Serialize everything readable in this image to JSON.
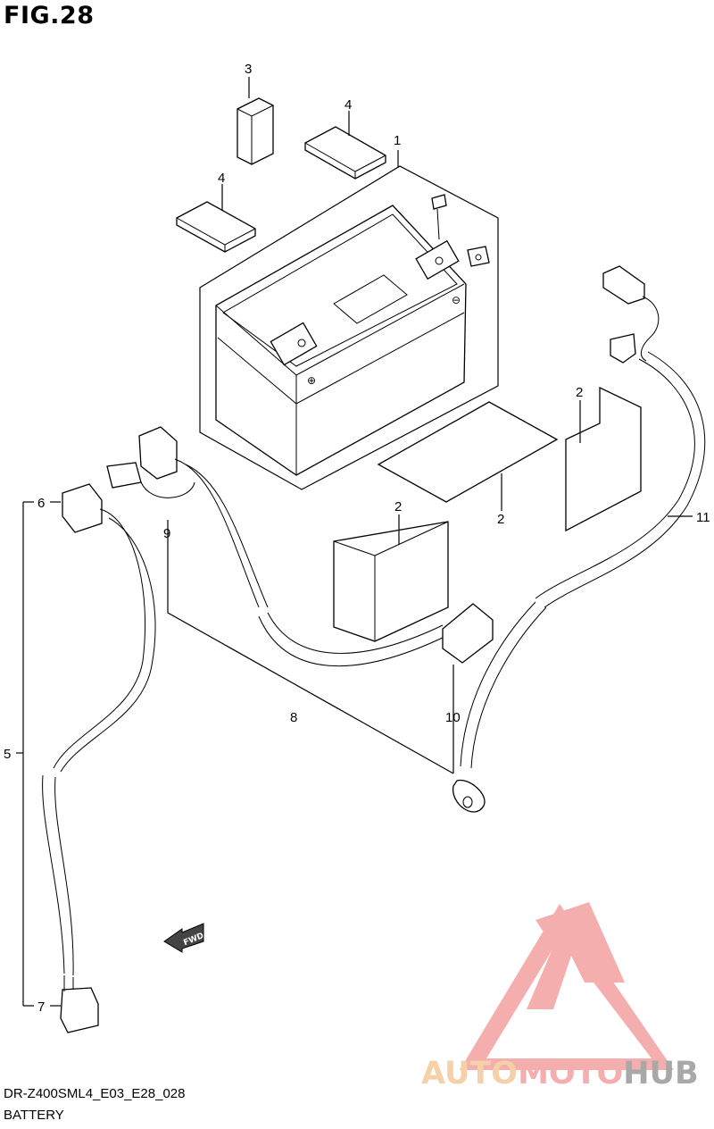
{
  "figure": {
    "title": "FIG.28",
    "model_code": "DR-Z400SML4_E03_E28_028",
    "name": "BATTERY"
  },
  "callouts": [
    "1",
    "2",
    "2",
    "2",
    "3",
    "4",
    "4",
    "5",
    "6",
    "7",
    "8",
    "9",
    "10",
    "11"
  ],
  "fwd_label": "FWD",
  "watermark": {
    "brand": "AUTOMOTOHUB",
    "colors": {
      "auto": "#f5c89a",
      "moto": "#f4a0a0",
      "hub": "#9a9a9a",
      "logo": "#f4a0a0"
    }
  }
}
